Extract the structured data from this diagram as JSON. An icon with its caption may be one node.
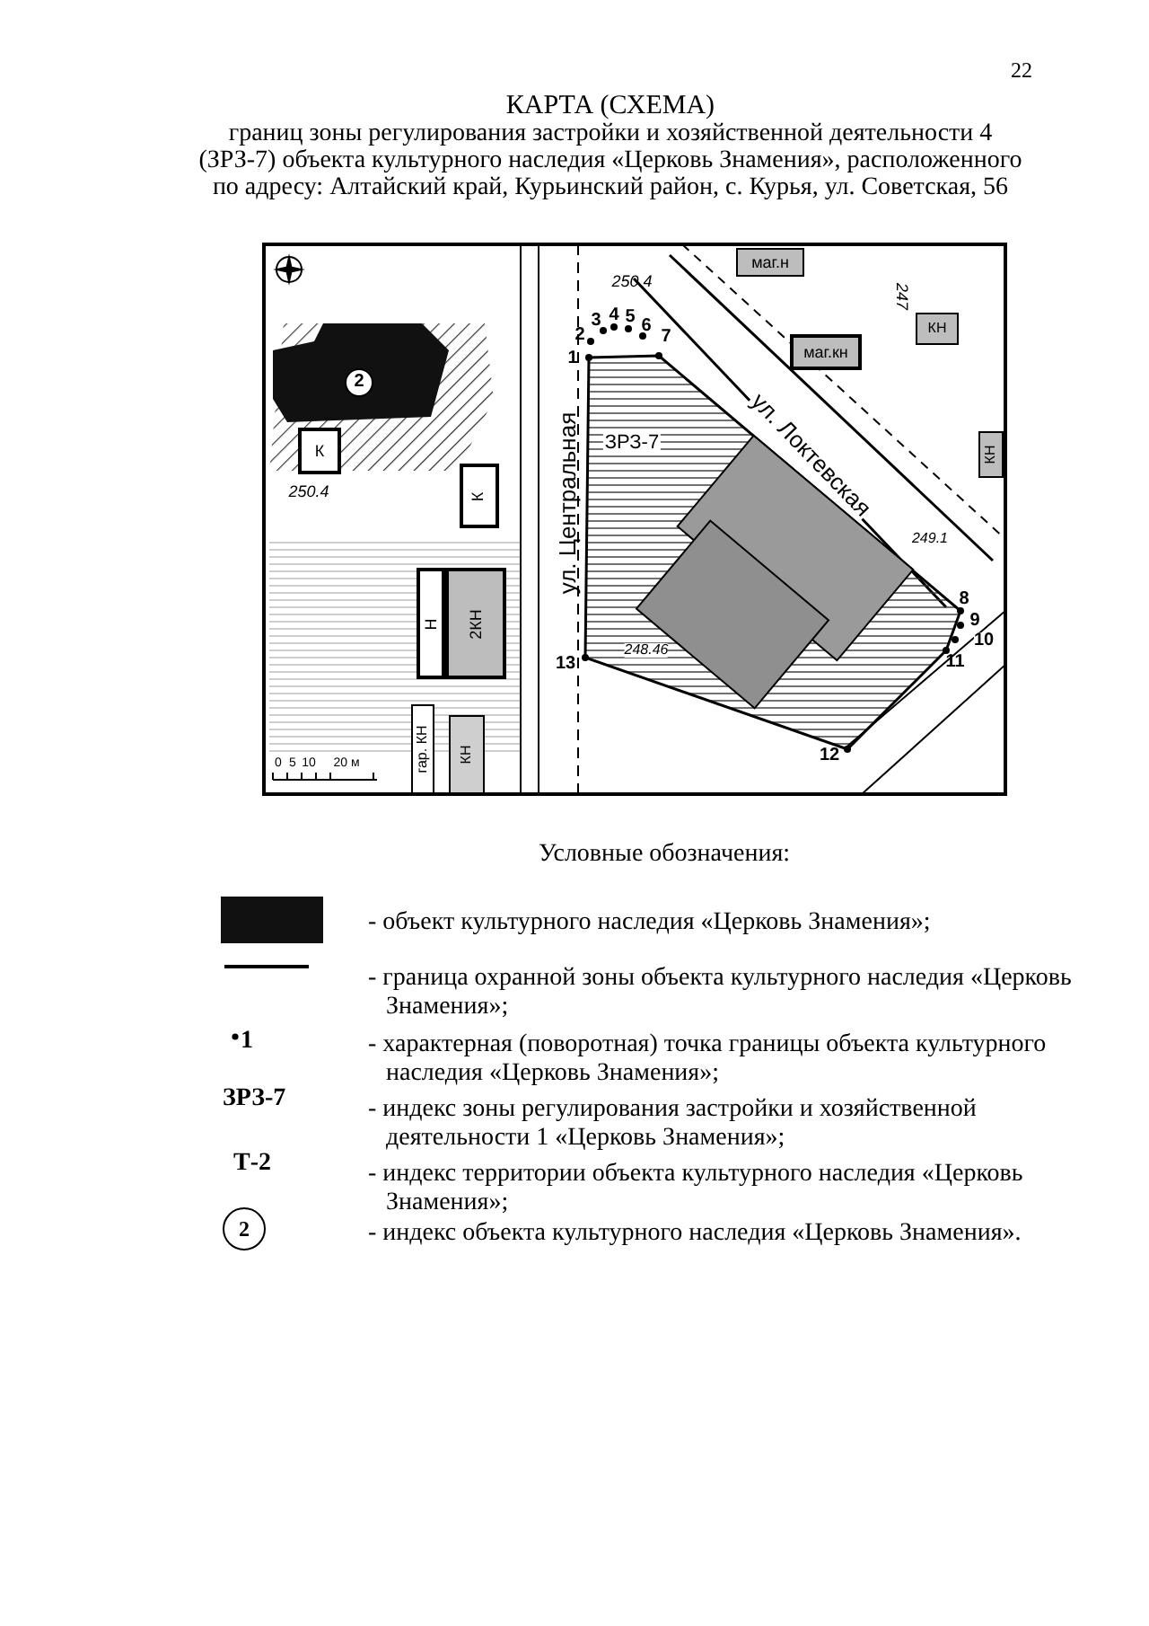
{
  "diagram": {
    "title": "КАРТА (СХЕМА)",
    "nodes": [
      {
        "text": [
          "2"
        ]
      },
      {
        "text": [
          "К"
        ]
      },
      {
        "text": [
          "К"
        ]
      },
      {
        "text": [
          "Н"
        ]
      },
      {
        "text": [
          "2КН"
        ]
      },
      {
        "text": [
          "гар. КН"
        ]
      },
      {
        "text": [
          "КН"
        ]
      },
      {
        "text": [
          "маг.н"
        ]
      },
      {
        "text": [
          "маг.кн"
        ]
      },
      {
        "text": [
          "КН"
        ]
      },
      {
        "text": [
          "КН"
        ]
      }
    ],
    "labels": [
      "22",
      "границ зоны регулирования застройки и хозяйственной деятельности 4 (ЗРЗ-7) объекта культурного наследия «Церковь Знамения», расположенного по адресу: Алтайский край, Курьинский район, с. Курья, ул. Советская, 56",
      "250.4",
      "250.4",
      "ул. Центральная",
      "ЗРЗ-7",
      "ул. Локтевская",
      "247",
      "249.1",
      "248.46",
      "1",
      "2",
      "3",
      "4",
      "5",
      "6",
      "7",
      "8",
      "9",
      "10",
      "11",
      "12",
      "13",
      "0",
      "5",
      "10",
      "20 м",
      "Условные обозначения:",
      "1",
      "ЗРЗ-7",
      "Т-2",
      "2"
    ],
    "legend": [
      {
        "text": "- объект культурного наследия «Церковь Знамения»;"
      },
      {
        "text": "- граница охранной зоны объекта культурного наследия «Церковь Знамения»;"
      },
      {
        "text": "- характерная (поворотная) точка границы объекта культурного наследия «Церковь Знамения»;"
      },
      {
        "text": "- индекс зоны регулирования застройки и хозяйственной деятельности 1 «Церковь Знамения»;"
      },
      {
        "text": "- индекс территории объекта культурного наследия «Церковь Знамения»;"
      },
      {
        "text": "- индекс объекта культурного наследия «Церковь Знамения»."
      }
    ]
  }
}
